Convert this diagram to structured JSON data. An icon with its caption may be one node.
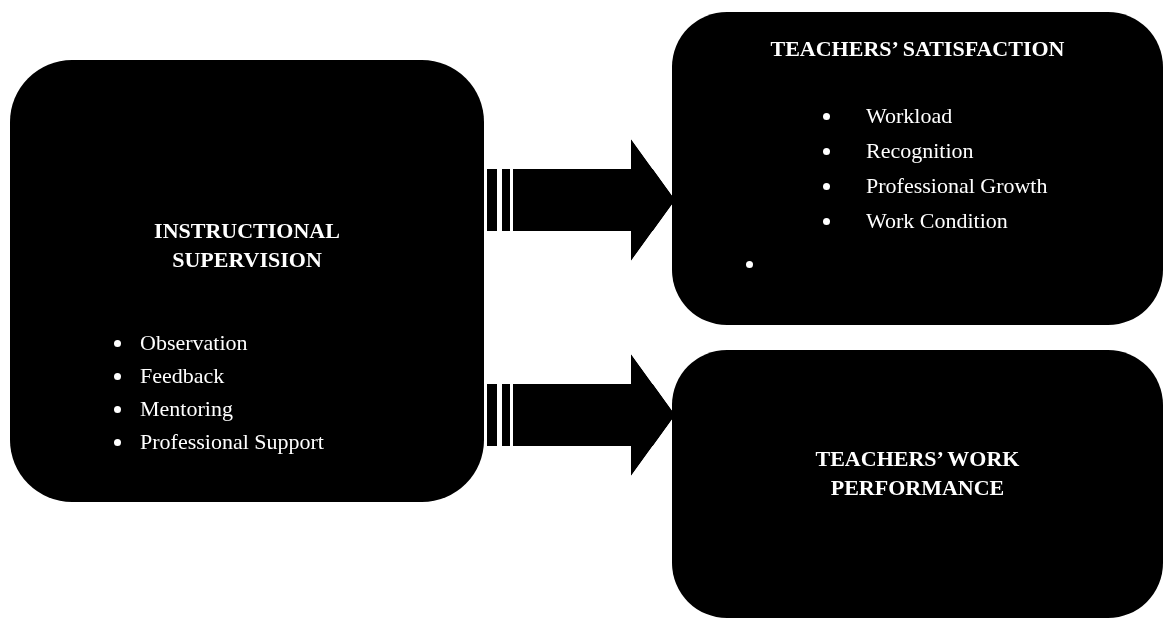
{
  "diagram": {
    "nodes": [
      {
        "text": [
          "INSTRUCTIONAL SUPERVISION",
          "Observation",
          "Feedback",
          "Mentoring",
          "Professional Support"
        ]
      },
      {
        "text": [
          "TEACHERS’ SATISFACTION",
          "Workload",
          "Recognition",
          "Professional Growth",
          "Work Condition"
        ]
      },
      {
        "text": [
          "TEACHERS’ WORK PERFORMANCE"
        ]
      }
    ],
    "edges": [
      {
        "from": 0,
        "to": 1,
        "arrow": "to"
      },
      {
        "from": 0,
        "to": 2,
        "arrow": "to"
      }
    ]
  }
}
